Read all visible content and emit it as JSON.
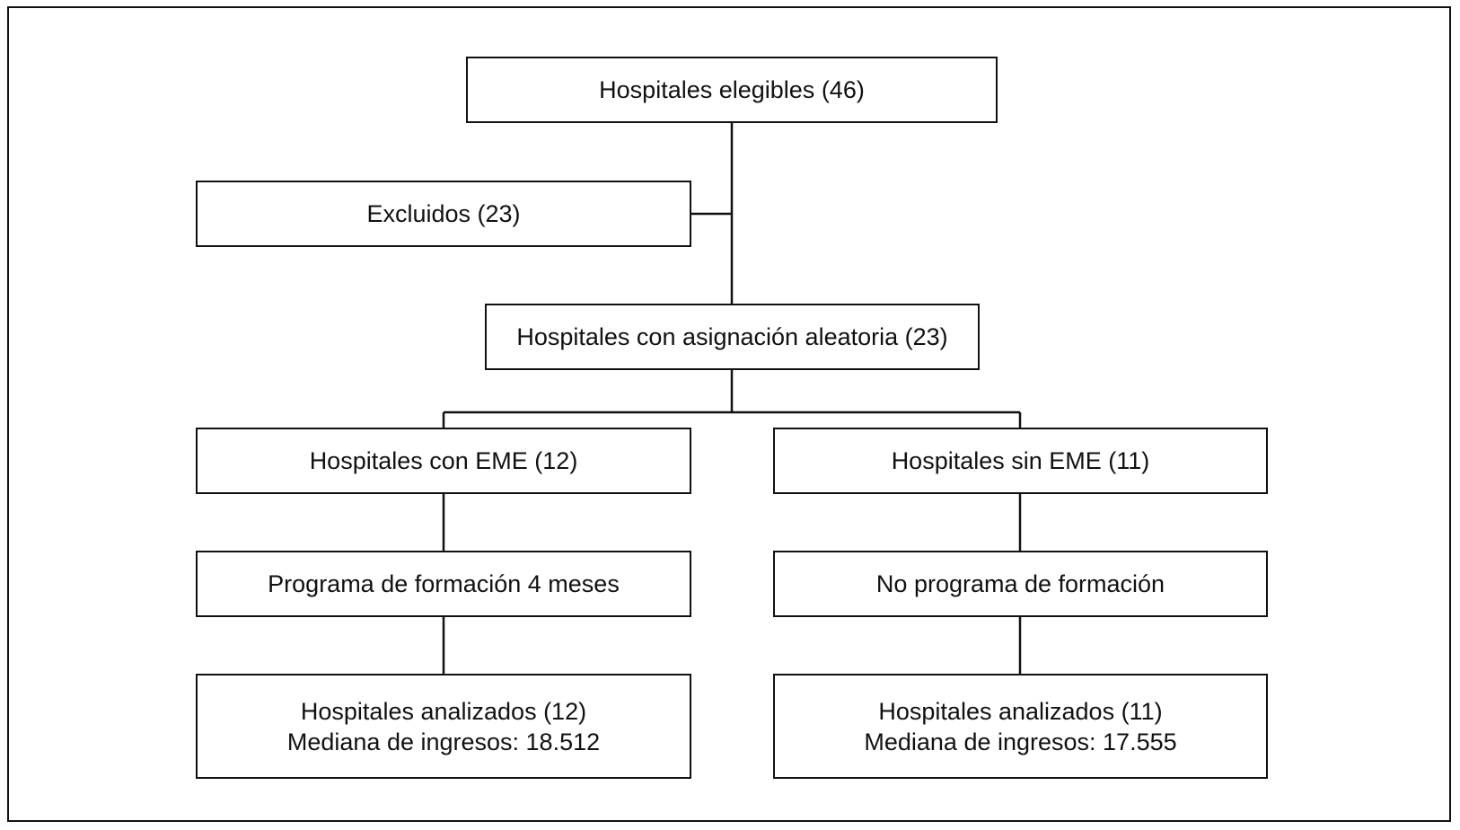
{
  "flowchart": {
    "eligible": "Hospitales elegibles (46)",
    "excluded": "Excluidos (23)",
    "randomized": "Hospitales con asignación aleatoria (23)",
    "with_eme": "Hospitales con EME (12)",
    "without_eme": "Hospitales sin EME (11)",
    "training": "Programa de formación 4 meses",
    "no_training": "No programa de formación",
    "analyzed_eme": {
      "line1": "Hospitales analizados (12)",
      "line2": "Mediana de ingresos: 18.512"
    },
    "analyzed_no_eme": {
      "line1": "Hospitales analizados (11)",
      "line2": "Mediana de ingresos: 17.555"
    }
  },
  "colors": {
    "stroke": "#111111",
    "background": "#ffffff"
  }
}
